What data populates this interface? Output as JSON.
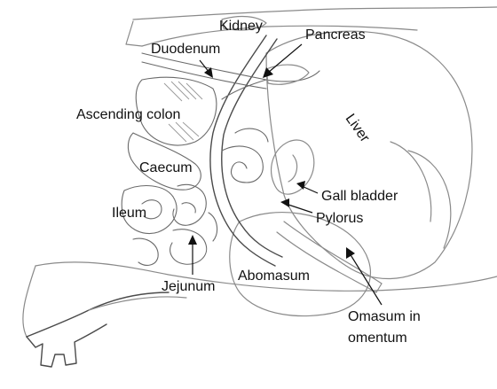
{
  "labels": {
    "kidney": "Kidney",
    "pancreas": "Pancreas",
    "duodenum": "Duodenum",
    "ascending_colon": "Ascending colon",
    "liver": "Liver",
    "caecum": "Caecum",
    "gall_bladder": "Gall bladder",
    "ileum": "Ileum",
    "pylorus": "Pylorus",
    "jejunum": "Jejunum",
    "abomasum": "Abomasum",
    "omasum_line1": "Omasum in",
    "omasum_line2": "omentum"
  }
}
